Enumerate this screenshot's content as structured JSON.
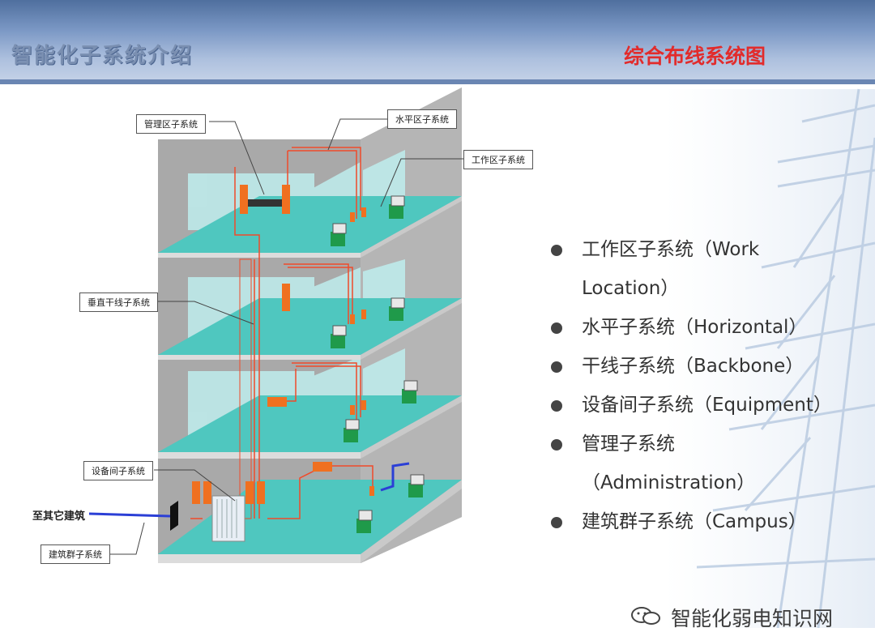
{
  "header": {
    "title": "智能化子系统介绍",
    "subtitle": "综合布线系统图"
  },
  "diagram": {
    "labels": {
      "management": "管理区子系统",
      "horizontal": "水平区子系统",
      "work_area": "工作区子系统",
      "vertical": "垂直干线子系统",
      "equipment_room": "设备间子系统",
      "campus": "建筑群子系统"
    },
    "to_other_buildings": "至其它建筑"
  },
  "bullets": [
    {
      "line1": "工作区子系统（Work",
      "line2": "Location）"
    },
    {
      "line1": "水平子系统（Horizontal）",
      "line2": ""
    },
    {
      "line1": "干线子系统（Backbone）",
      "line2": ""
    },
    {
      "line1": "设备间子系统（Equipment）",
      "line2": ""
    },
    {
      "line1": "管理子系统",
      "line2": "（Administration）"
    },
    {
      "line1": "建筑群子系统（Campus）",
      "line2": ""
    }
  ],
  "watermark": {
    "text": "智能化弱电知识网"
  },
  "colors": {
    "floor": "#4fc7bf",
    "wall": "#a9a9a9",
    "partition": "#bfeeee",
    "cable": "#f04a2a",
    "device": "#f07020",
    "outlet": "#1f9a4a",
    "header": "#6a86b3",
    "subtitle": "#e22b2b"
  },
  "icons": [
    "bullet-dot-icon",
    "wechat-icon"
  ]
}
